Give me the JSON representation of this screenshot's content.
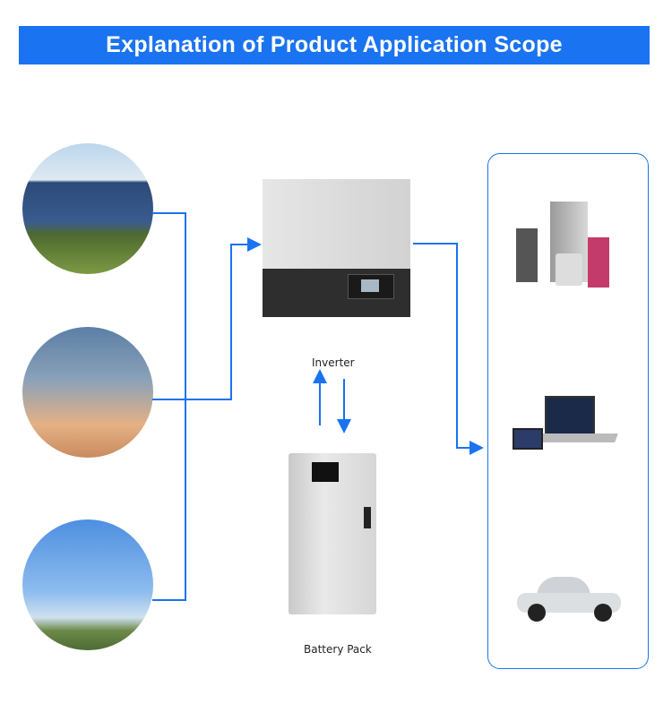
{
  "header": {
    "title": "Explanation of Product Application Scope"
  },
  "nodes": {
    "inverter_label": "Inverter",
    "battery_label": "Battery Pack"
  },
  "colors": {
    "accent": "#1a73f0"
  }
}
